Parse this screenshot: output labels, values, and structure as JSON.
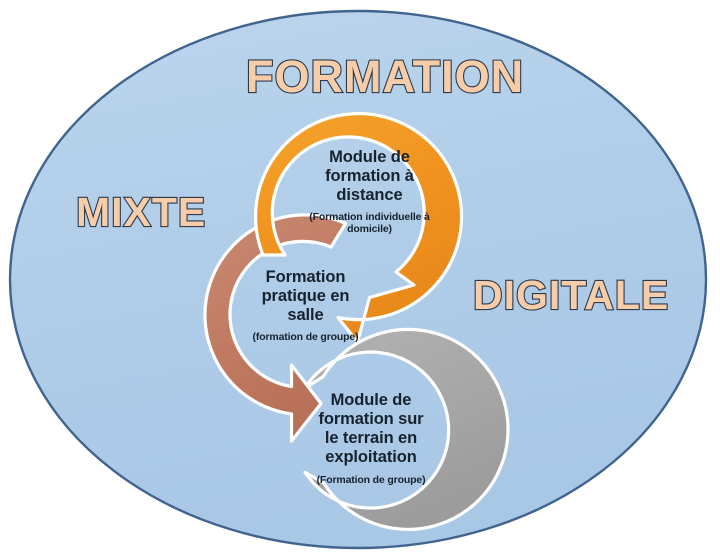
{
  "diagram": {
    "background_color": "#ffffff",
    "ellipse": {
      "name": "main-ellipse",
      "fill_color": "#AFCCE8",
      "border_color": "#41648F"
    },
    "headings": [
      {
        "id": "formation",
        "label": "FORMATION",
        "fill_color": "#F7CCA9",
        "outline_color": "#2b3a4a"
      },
      {
        "id": "mixte",
        "label": "MIXTE",
        "fill_color": "#F7CCA9",
        "outline_color": "#2b3a4a"
      },
      {
        "id": "digitale",
        "label": "DIGITALE",
        "fill_color": "#F7CCA9",
        "outline_color": "#2b3a4a"
      }
    ],
    "steps": [
      {
        "id": "distance",
        "order": 1,
        "title": "Module de formation à distance",
        "title_lines": [
          "Module de",
          "formation à",
          "distance"
        ],
        "subtitle": "(Formation individuelle à domicile)",
        "subtitle_lines": [
          "(Formation individuelle à",
          "domicile)"
        ],
        "ring_color": "#F0921E"
      },
      {
        "id": "salle",
        "order": 2,
        "title": "Formation pratique en salle",
        "title_lines": [
          "Formation",
          "pratique en",
          "salle"
        ],
        "subtitle": "(formation de groupe)",
        "subtitle_lines": [
          "(formation de groupe)"
        ],
        "ring_color": "#C07B62"
      },
      {
        "id": "terrain",
        "order": 3,
        "title": "Module de formation sur le terrain en exploitation",
        "title_lines": [
          "Module de",
          "formation sur",
          "le terrain en",
          "exploitation"
        ],
        "subtitle": "(Formation de groupe)",
        "subtitle_lines": [
          "(Formation de groupe)"
        ],
        "ring_color": "#A6A6A6"
      }
    ]
  }
}
